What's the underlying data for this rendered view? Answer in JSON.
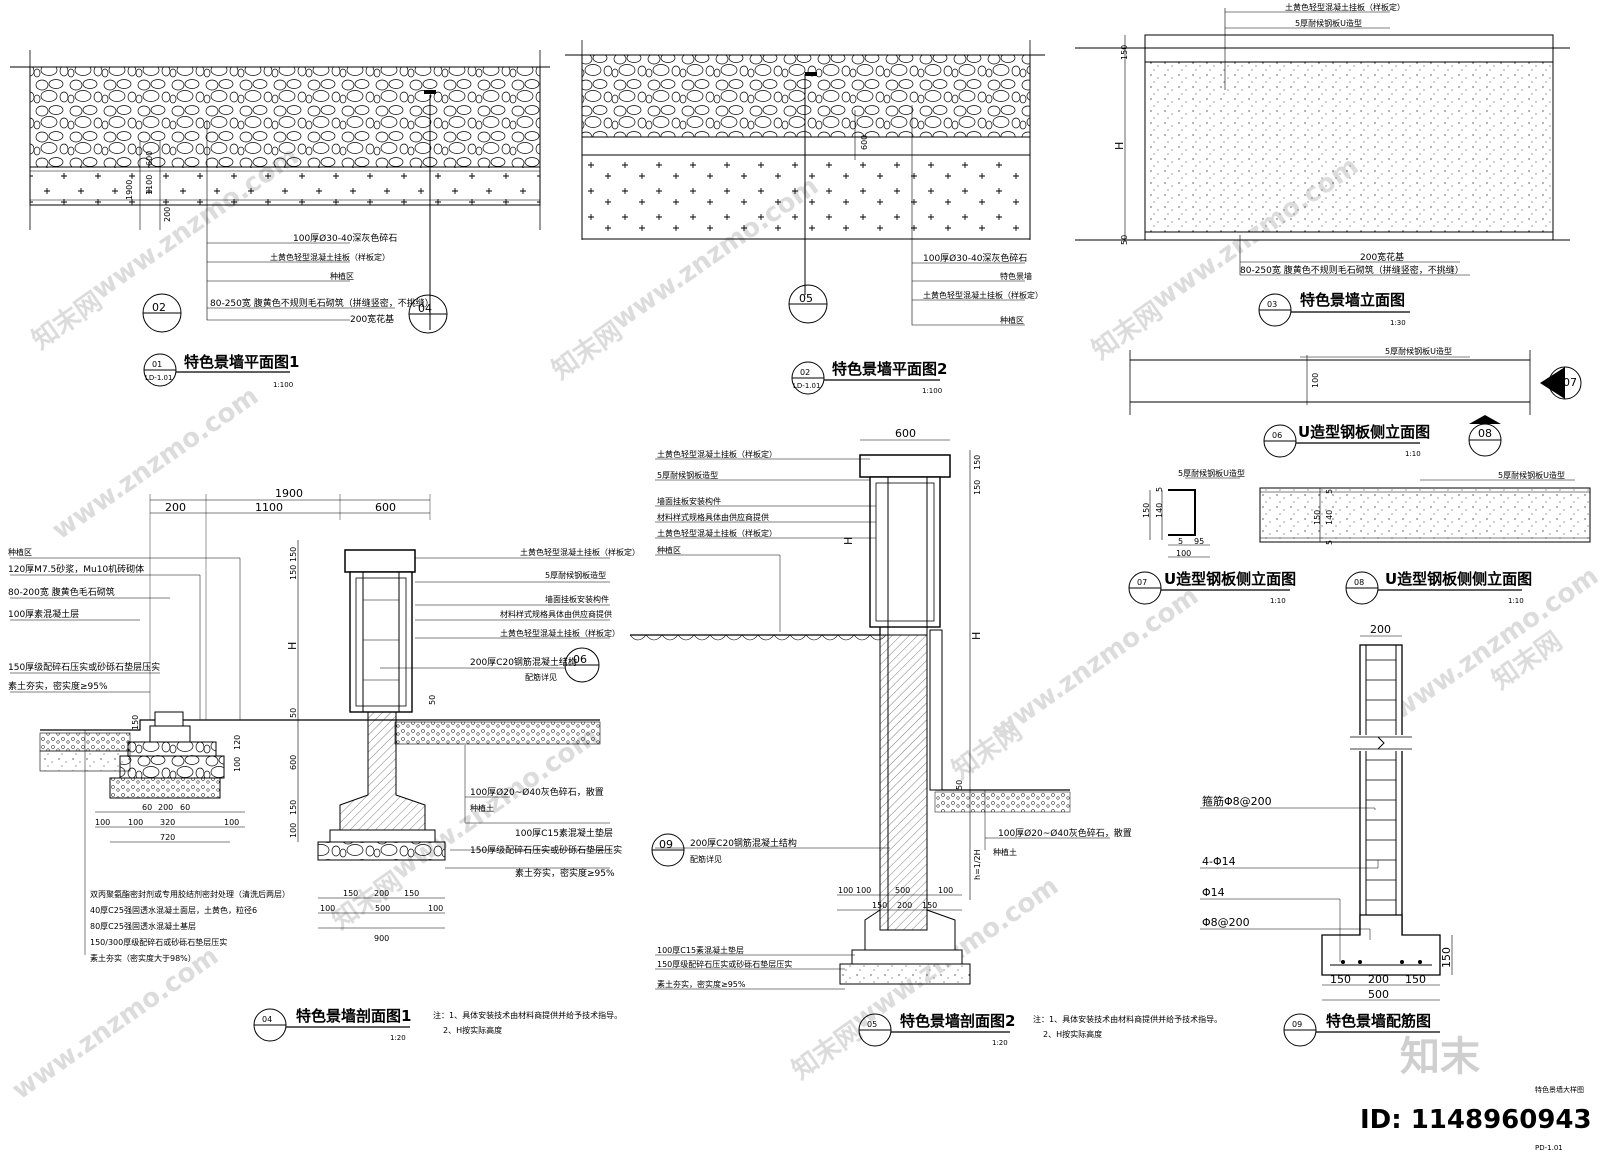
{
  "watermark": {
    "site": "www.znzmo.com",
    "brand_cn": "知末网",
    "logo": "知末"
  },
  "footer": {
    "id_label": "ID: 1148960943",
    "sheet_name": "特色景墙大样图",
    "sheet_no": "PD-1.01"
  },
  "views": {
    "v01": {
      "num": "01",
      "sheet": "LD-1.01",
      "title": "特色景墙平面图1",
      "scale": "1:100",
      "notes": [
        "100厚Ø30-40深灰色碎石",
        "土黄色轻型混凝土挂板（样板定）",
        "种植区",
        "80-250宽 腹黄色不规则毛石砌筑（拼缝竖密，不挑缝）",
        "200宽花基"
      ],
      "dims": [
        "1900",
        "1100",
        "600",
        "200"
      ],
      "callouts": [
        "02",
        "04"
      ]
    },
    "v02": {
      "num": "02",
      "sheet": "LD-1.01",
      "title": "特色景墙平面图2",
      "scale": "1:100",
      "notes": [
        "100厚Ø30-40深灰色碎石",
        "特色景墙",
        "土黄色轻型混凝土挂板（样板定）",
        "种植区"
      ],
      "dims": [
        "600"
      ],
      "callouts": [
        "05"
      ]
    },
    "v03": {
      "num": "03",
      "title": "特色景墙立面图",
      "scale": "1:30",
      "notes": [
        "土黄色轻型混凝土挂板（样板定）",
        "5厚耐候钢板U造型",
        "200宽花基",
        "80-250宽 腹黄色不规则毛石砌筑（拼缝竖密，不挑缝）"
      ],
      "dims": [
        "150",
        "H",
        "50"
      ]
    },
    "v06": {
      "num": "06",
      "title": "U造型钢板侧立面图",
      "scale": "1:10",
      "notes": [
        "5厚耐候钢板U造型"
      ],
      "dims": [
        "100"
      ],
      "callouts": [
        "07",
        "08"
      ]
    },
    "v07": {
      "num": "07",
      "title": "U造型钢板侧立面图",
      "scale": "1:10",
      "notes": [
        "5厚耐候钢板U造型"
      ],
      "dims": [
        "150",
        "140",
        "5",
        "95",
        "5",
        "100"
      ]
    },
    "v08": {
      "num": "08",
      "title": "U造型钢板侧侧立面图",
      "scale": "1:10",
      "notes": [
        "5厚耐候钢板U造型"
      ],
      "dims": [
        "150",
        "5",
        "140",
        "5"
      ]
    },
    "v04": {
      "num": "04",
      "title": "特色景墙剖面图1",
      "scale": "1:20",
      "notes_left": [
        "种植区",
        "120厚M7.5砂浆，Mu10机砖砌体",
        "80-200宽 腹黄色毛石砌筑",
        "100厚素混凝土层",
        "150厚级配碎石压实或砂砾石垫层压实",
        "素土夯实，密实度≥95%"
      ],
      "notes_bottom": [
        "双丙聚氨酯密封剂或专用胶结剂密封处理（清洗后两层）",
        "40厚C25强固透水混凝土面层，土黄色，粒径6",
        "80厚C25强固透水混凝土基层",
        "150/300厚级配碎石或砂砾石垫层压实",
        "素土夯实（密实度大于98%）"
      ],
      "notes_right": [
        "土黄色轻型混凝土挂板（样板定）",
        "5厚耐候钢板造型",
        "墙面挂板安装构件",
        "材料样式规格具体由供应商提供",
        "土黄色轻型混凝土挂板（样板定）",
        "200厚C20钢筋混凝土结构",
        "配筋详见",
        "100厚Ø20~Ø40灰色碎石，散置",
        "种植土",
        "100厚C15素混凝土垫层",
        "150厚级配碎石压实或砂砾石垫层压实",
        "素土夯实，密实度≥95%"
      ],
      "dims_top": [
        "1900",
        "200",
        "1100",
        "600"
      ],
      "dims_left": [
        "60",
        "200",
        "60",
        "100",
        "320",
        "100",
        "100",
        "720"
      ],
      "dims_bottom": [
        "150",
        "200",
        "150",
        "100",
        "500",
        "100",
        "900"
      ],
      "dims_vert": [
        "150",
        "150",
        "H",
        "50",
        "600",
        "150",
        "100",
        "120",
        "100",
        "150",
        "50"
      ],
      "footnote": [
        "注：1、具体安装技术由材料商提供并给予技术指导。",
        "2、H按实际高度"
      ],
      "callouts": [
        "06"
      ]
    },
    "v05": {
      "num": "05",
      "title": "特色景墙剖面图2",
      "scale": "1:20",
      "notes_left": [
        "土黄色轻型混凝土挂板（样板定）",
        "5厚耐候钢板造型",
        "墙面挂板安装构件",
        "材料样式规格具体由供应商提供",
        "土黄色轻型混凝土挂板（样板定）",
        "种植区",
        "200厚C20钢筋混凝土结构",
        "配筋详见",
        "100厚C15素混凝土垫层",
        "150厚级配碎石压实或砂砾石垫层压实",
        "素土夯实，密实度≥95%"
      ],
      "notes_right": [
        "100厚Ø20~Ø40灰色碎石，散置",
        "种植土"
      ],
      "dims": [
        "600",
        "150",
        "150",
        "H",
        "H",
        "50",
        "h=1/2H",
        "100",
        "100",
        "500",
        "100",
        "150",
        "200",
        "150"
      ],
      "footnote": [
        "注：1、具体安装技术由材料商提供并给予技术指导。",
        "2、H按实际高度"
      ],
      "callouts": [
        "09"
      ]
    },
    "v09": {
      "num": "09",
      "title": "特色景墙配筋图",
      "scale": "",
      "notes": [
        "箍筋Φ8@200",
        "4-Φ14",
        "Φ14",
        "Φ8@200"
      ],
      "dims": [
        "200",
        "150",
        "200",
        "150",
        "500",
        "150"
      ]
    }
  }
}
